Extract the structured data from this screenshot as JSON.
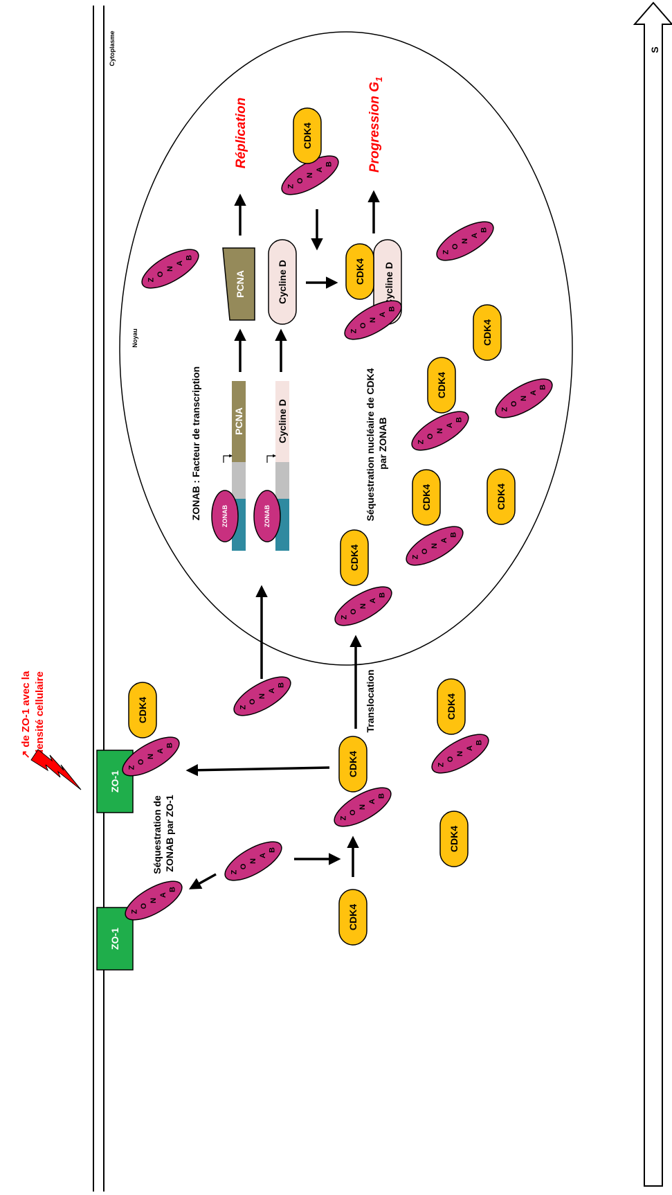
{
  "labels": {
    "zo1_increase": "↗ de ZO-1 avec la densité cellulaire",
    "cytoplasme": "Cytoplasme",
    "noyau": "Noyau",
    "sequestration_zo1": "Séquestration de ZONAB par ZO-1",
    "translocation": "Translocation",
    "transcription_factor": "ZONAB : Facteur de transcription",
    "nuclear_sequestration": "Séquestration nucléaire de CDK4 par ZONAB",
    "replication": "Réplication",
    "progression": "Progression G",
    "progression_sub": "1",
    "phase_s": "S"
  },
  "molecules": {
    "zo1": "ZO-1",
    "cdk4": "CDK4",
    "zonab_letters": "Z O N A B",
    "zonab": "ZONAB",
    "pcna": "PCNA",
    "cycline_d": "Cycline D"
  },
  "colors": {
    "zonab": "#c8307f",
    "cdk4": "#ffc20e",
    "zo1": "#1fae4b",
    "pcna": "#958a5a",
    "cycline": "#f5e3e0",
    "promoter_blue": "#2f8aa0",
    "promoter_gray": "#c0c0c0",
    "alert": "#ff0000"
  }
}
